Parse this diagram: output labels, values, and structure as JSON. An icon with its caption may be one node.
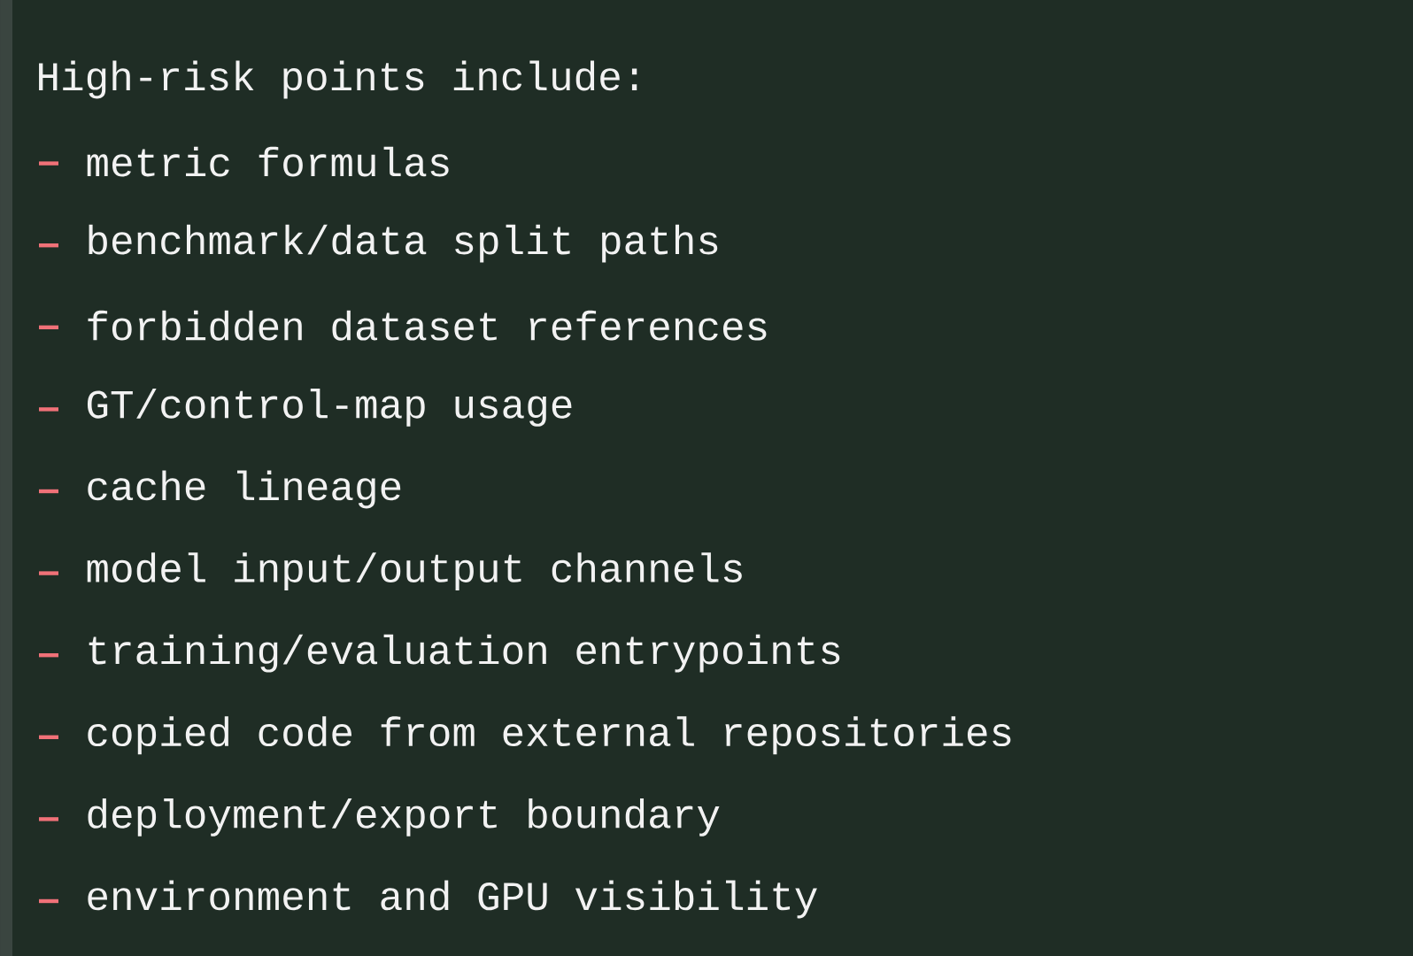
{
  "diagram": {
    "labels": [
      "High-risk points include:",
      "metric formulas",
      "benchmark/data split paths",
      "forbidden dataset references",
      "GT/control-map usage",
      "cache lineage",
      "model input/output channels",
      "training/evaluation entrypoints",
      "copied code from external repositories",
      "deployment/export boundary",
      "environment and GPU visibility"
    ]
  }
}
